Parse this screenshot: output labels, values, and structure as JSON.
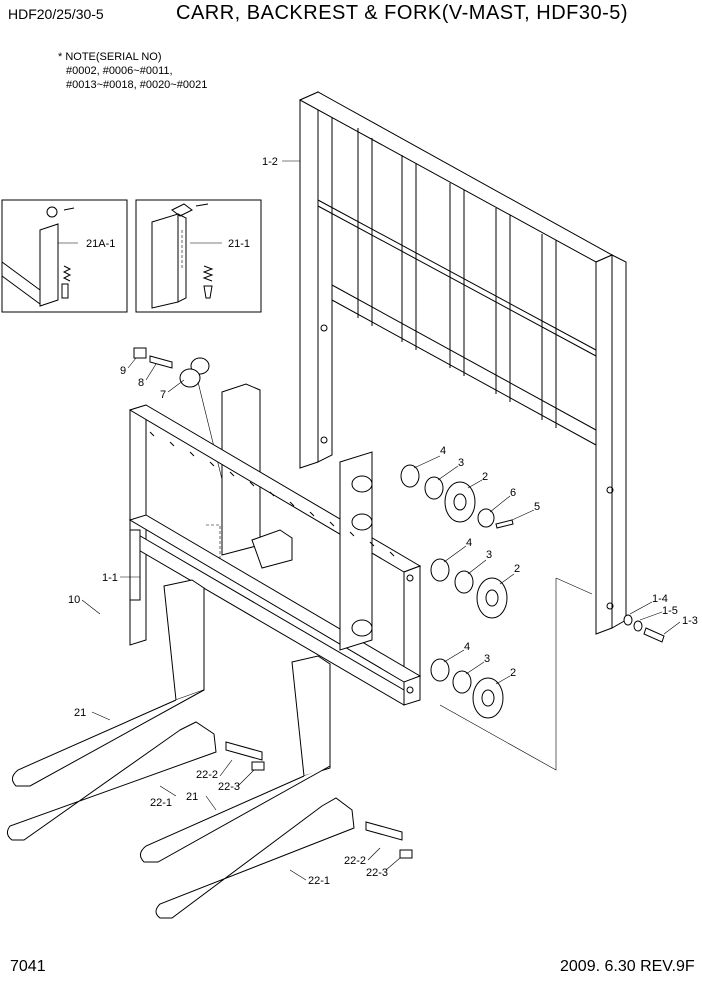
{
  "header": {
    "model": "HDF20/25/30-5",
    "title": "CARR, BACKREST & FORK(V-MAST, HDF30-5)"
  },
  "note": {
    "heading": "* NOTE(SERIAL NO)",
    "line1": "#0002, #0006~#0011,",
    "line2": "#0013~#0018, #0020~#0021"
  },
  "callouts": {
    "backrest": "1-2",
    "detail_a": "21A-1",
    "detail_b": "21-1",
    "nut": "9",
    "bolt": "8",
    "stopper": "7",
    "carriage": "1-1",
    "screw": "10",
    "shim_a": "4",
    "collar_a": "3",
    "roller_a": "2",
    "washer": "6",
    "bolt_b": "5",
    "shim_b": "4",
    "collar_b": "3",
    "roller_b": "2",
    "shim_c": "4",
    "collar_c": "3",
    "roller_c": "2",
    "part_14": "1-4",
    "part_15": "1-5",
    "part_13": "1-3",
    "fork_left": "21",
    "ext_left": "22-1",
    "pin_left": "22-2",
    "clip_left": "22-3",
    "fork_right": "21",
    "ext_right": "22-1",
    "pin_right": "22-2",
    "clip_right": "22-3"
  },
  "footer": {
    "page_number": "7041",
    "revision": "2009. 6.30 REV.9F"
  }
}
